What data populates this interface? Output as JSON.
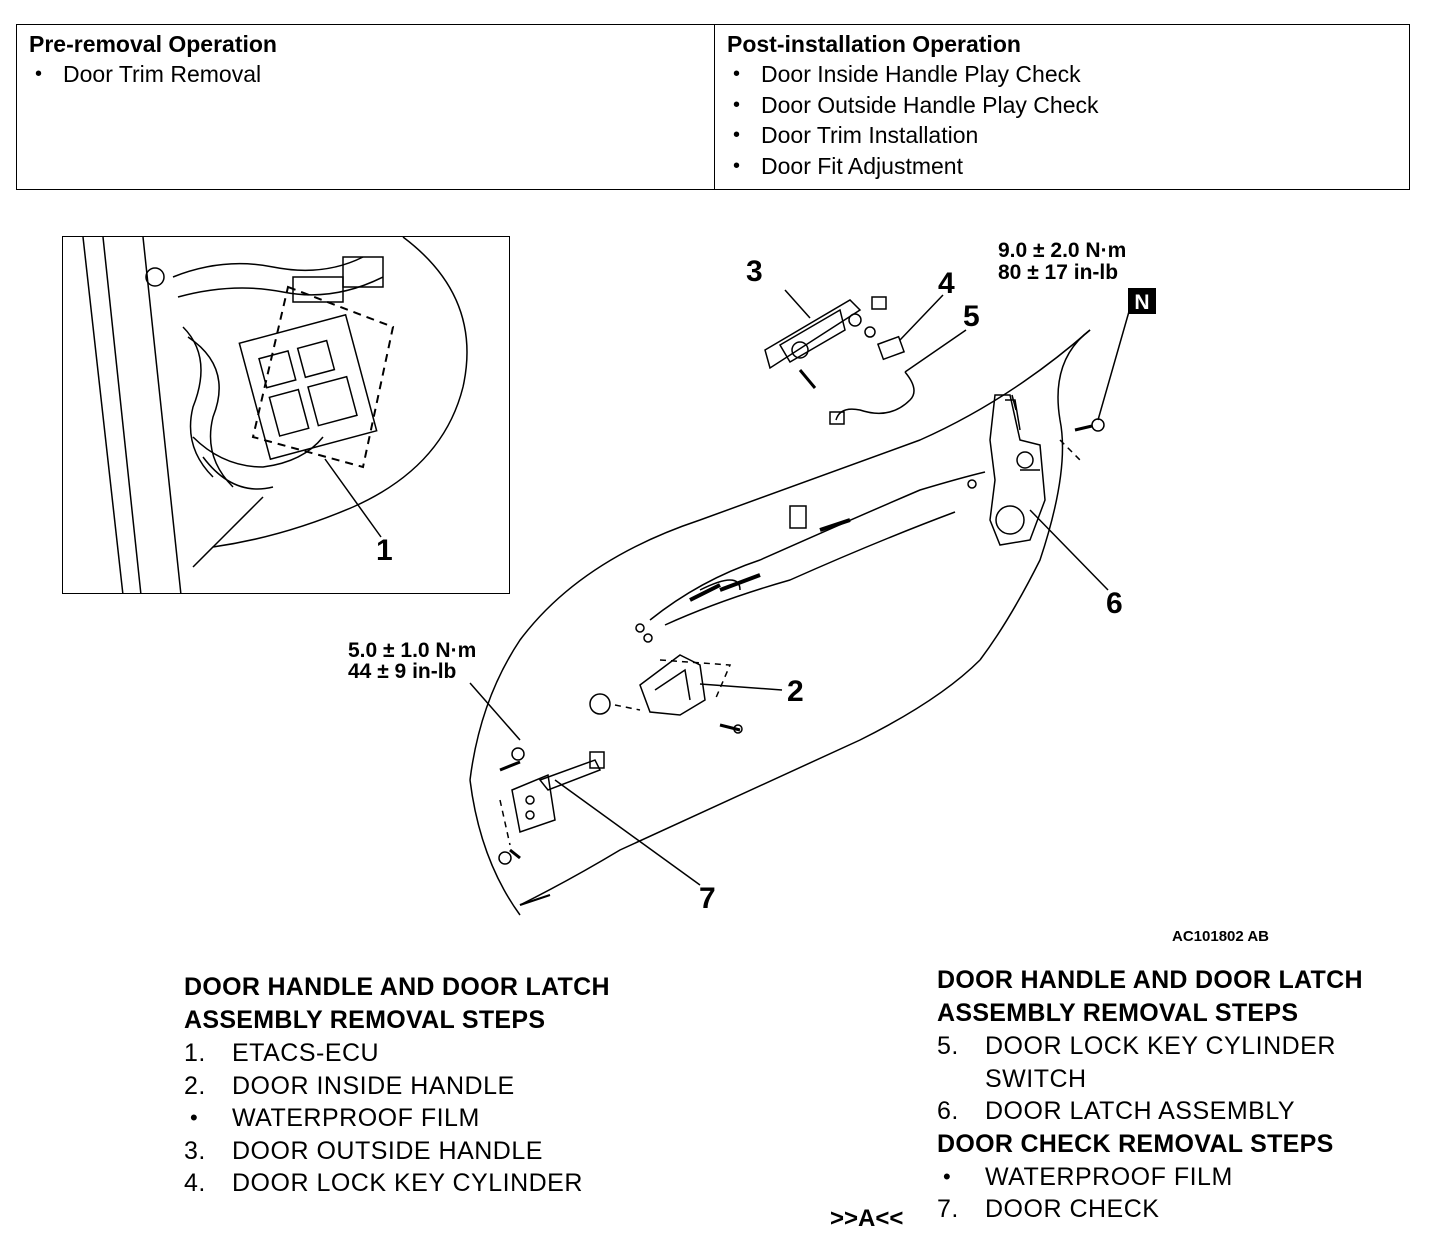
{
  "pre_removal": {
    "title": "Pre-removal Operation",
    "items": [
      "Door Trim Removal"
    ]
  },
  "post_installation": {
    "title": "Post-installation Operation",
    "items": [
      "Door Inside Handle Play Check",
      "Door Outside Handle Play Check",
      "Door Trim Installation",
      "Door Fit Adjustment"
    ]
  },
  "diagram": {
    "callouts": [
      "1",
      "2",
      "3",
      "4",
      "5",
      "6",
      "7"
    ],
    "torque_upper": {
      "nm": "9.0 ± 2.0 N·m",
      "inlb": "80 ± 17 in-lb"
    },
    "torque_lower": {
      "nm": "5.0 ± 1.0 N·m",
      "inlb": "44 ± 9 in-lb"
    },
    "badge": "N",
    "figure_code": "AC101802 AB"
  },
  "left_steps": {
    "heading_line1": "DOOR HANDLE AND DOOR LATCH",
    "heading_line2": "ASSEMBLY REMOVAL STEPS",
    "items": [
      {
        "num": "1.",
        "text": "ETACS-ECU"
      },
      {
        "num": "2.",
        "text": "DOOR INSIDE HANDLE"
      },
      {
        "num": "•",
        "text": "WATERPROOF FILM"
      },
      {
        "num": "3.",
        "text": "DOOR OUTSIDE HANDLE"
      },
      {
        "num": "4.",
        "text": "DOOR LOCK KEY CYLINDER"
      }
    ]
  },
  "right_steps": {
    "heading_line1": "DOOR HANDLE AND DOOR LATCH",
    "heading_line2": "ASSEMBLY REMOVAL STEPS",
    "items": [
      {
        "num": "5.",
        "text": "DOOR LOCK KEY CYLINDER"
      },
      {
        "num": "",
        "text": "SWITCH"
      },
      {
        "num": "6.",
        "text": "DOOR LATCH ASSEMBLY"
      }
    ],
    "check_heading": "DOOR CHECK REMOVAL STEPS",
    "check_items": [
      {
        "num": "•",
        "text": "WATERPROOF FILM"
      },
      {
        "num": "7.",
        "text": "DOOR CHECK",
        "marker": ">>A<<"
      }
    ]
  }
}
